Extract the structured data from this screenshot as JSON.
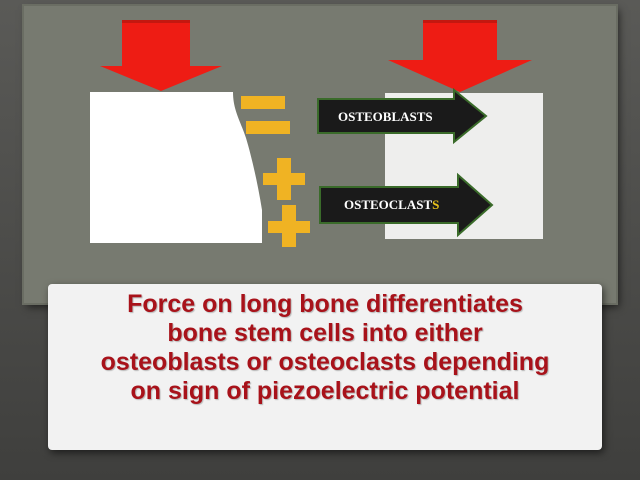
{
  "slide": {
    "caption_lines": [
      "Force on long bone differentiates",
      "bone stem cells into either",
      "osteoblasts or osteoclasts depending",
      "on sign of piezoelectric potential"
    ]
  },
  "arrows": {
    "osteoblasts": {
      "label": "OSTEOBLASTS"
    },
    "osteoclasts": {
      "label_main": "OSTEOCLAST",
      "label_last": "S"
    }
  },
  "symbols": {
    "negative": [
      "−",
      "−"
    ],
    "positive": [
      "+",
      "+"
    ]
  },
  "colors": {
    "force_arrow": "#ee1c14",
    "charge_symbol": "#f0b323",
    "caption_text": "#a8121a",
    "label_arrow": "#1a1a1a",
    "label_arrow_border": "#3a6b2a",
    "panel": "#777a70",
    "text_box": "#f2f2f2"
  }
}
